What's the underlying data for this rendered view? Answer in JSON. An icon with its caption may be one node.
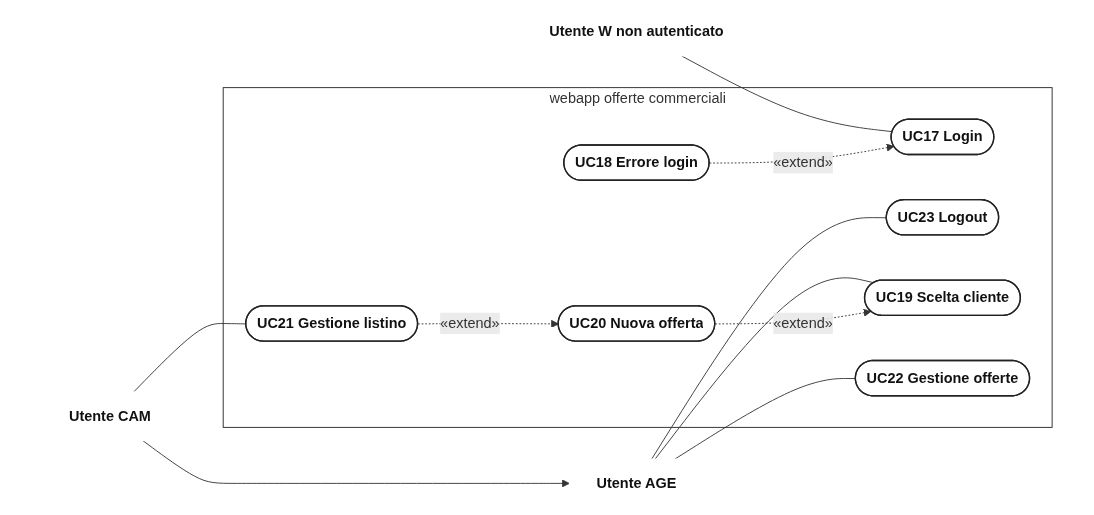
{
  "diagram": {
    "nodes": [
      {
        "text": [
          "webapp offerte commerciali"
        ]
      },
      {
        "text": [
          "Utente W non autenticato"
        ]
      },
      {
        "text": [
          "Utente AGE"
        ]
      },
      {
        "text": [
          "Utente CAM"
        ]
      },
      {
        "text": [
          "UC17 Login"
        ],
        "in": 0
      },
      {
        "text": [
          "UC18 Errore login"
        ],
        "in": 0
      },
      {
        "text": [
          "UC23 Logout"
        ],
        "in": 0
      },
      {
        "text": [
          "UC19 Scelta cliente"
        ],
        "in": 0
      },
      {
        "text": [
          "UC20 Nuova offerta"
        ],
        "in": 0
      },
      {
        "text": [
          "UC22 Gestione offerte"
        ],
        "in": 0
      },
      {
        "text": [
          "UC21 Gestione listino"
        ],
        "in": 0
      }
    ],
    "edges": [
      {
        "from": 1,
        "to": 4,
        "arrow": "none"
      },
      {
        "from": 5,
        "to": 4,
        "arrow": "to",
        "label": "«extend»",
        "style": "dashed"
      },
      {
        "from": 2,
        "to": 6,
        "arrow": "none"
      },
      {
        "from": 2,
        "to": 7,
        "arrow": "none"
      },
      {
        "from": 8,
        "to": 7,
        "arrow": "to",
        "label": "«extend»",
        "style": "dashed"
      },
      {
        "from": 2,
        "to": 9,
        "arrow": "none"
      },
      {
        "from": 3,
        "to": 2,
        "arrow": "to"
      },
      {
        "from": 10,
        "to": 8,
        "arrow": "to",
        "label": "«extend»",
        "style": "dashed"
      },
      {
        "from": 3,
        "to": 10,
        "arrow": "none"
      }
    ]
  }
}
